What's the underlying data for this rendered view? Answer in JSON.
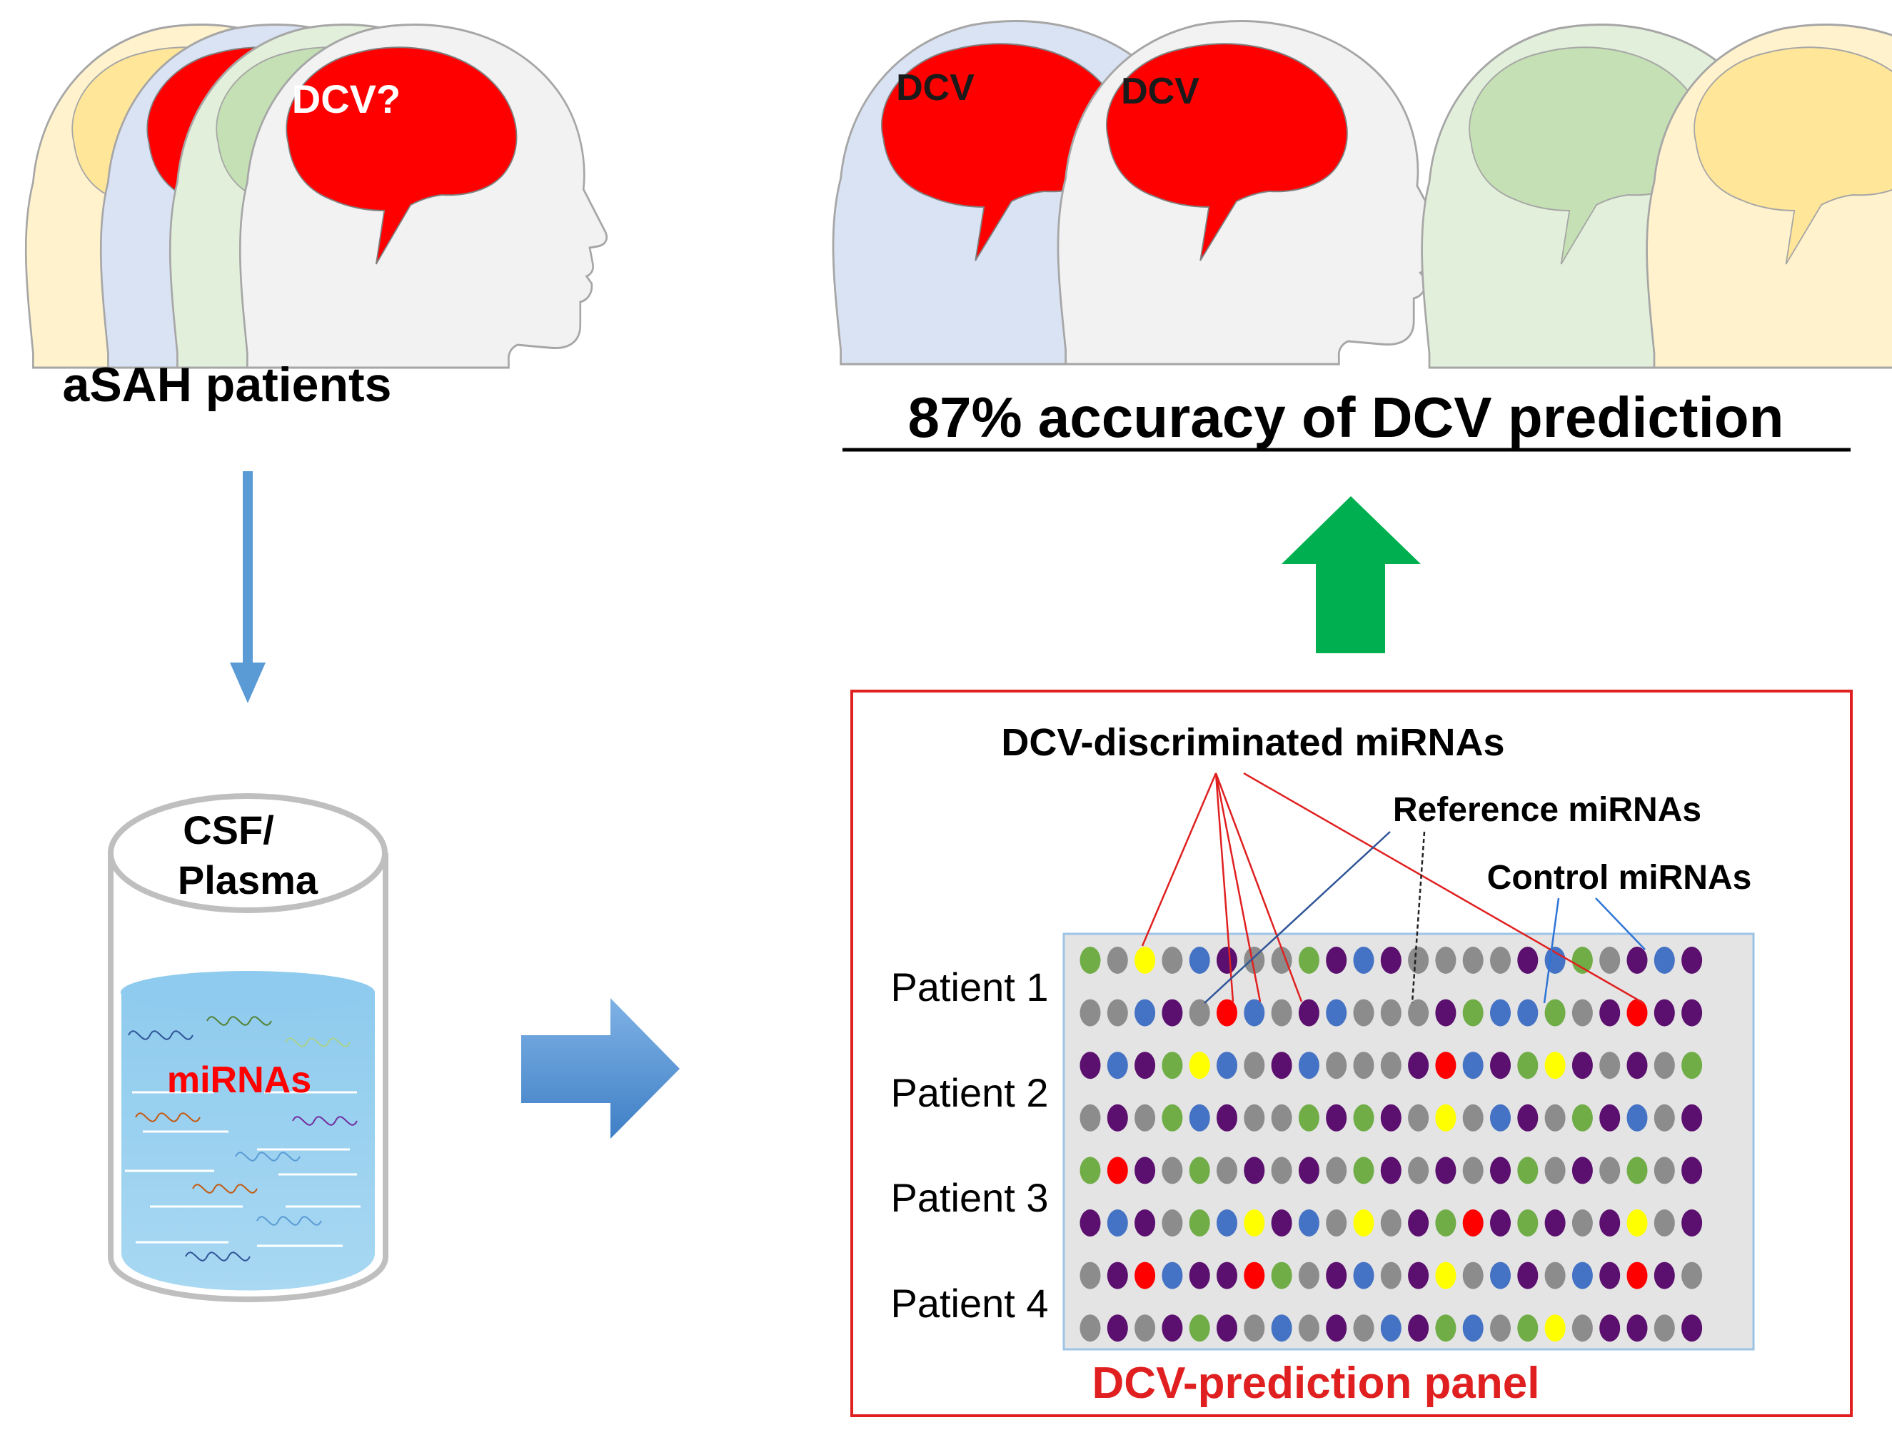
{
  "left": {
    "patients_label": "aSAH patients",
    "question_label": "DCV?",
    "container_label_line1": "CSF/",
    "container_label_line2": "Plasma",
    "mirnas_label": "miRNAs"
  },
  "top_right": {
    "dcv_label_1": "DCV",
    "dcv_label_2": "DCV",
    "accuracy_title": "87% accuracy of DCV prediction"
  },
  "panel": {
    "title": "DCV-prediction panel",
    "annotations": {
      "discriminated": "DCV-discriminated miRNAs",
      "reference": "Reference miRNAs",
      "control": "Control miRNAs"
    },
    "patients": [
      "Patient 1",
      "Patient 2",
      "Patient 3",
      "Patient 4"
    ],
    "color_key": {
      "G": "#70ad47",
      "g": "#8c8c8c",
      "B": "#4472c4",
      "P": "#5b0f6e",
      "Y": "#ffff00",
      "R": "#ff0000"
    },
    "grid_rows": [
      "GgYgBPggGPBPggggPBGgPBP",
      "ggBPgRBgPBgggPGBBGgPRPP",
      "PBPGYBgPBgggPRBPGYPgPgG",
      "gPgGBPggGPGPgYgBPgGPBgP",
      "GRPgGgPgPgGPgPgPGgPgGgP",
      "PBPgGBYPBgYgPGRPGPgPYgP",
      "gPRBPPRGgPBgPYgBPgBPRPg",
      "gPgPGPgBgPgBPGBgGYgPPgP"
    ]
  },
  "colors": {
    "red": "#ff0000",
    "green_arrow": "#00b050",
    "blue_arrow": "#5b9bd5",
    "liquid": "#9dd3ee",
    "grid_bg": "#e4e4e4"
  }
}
